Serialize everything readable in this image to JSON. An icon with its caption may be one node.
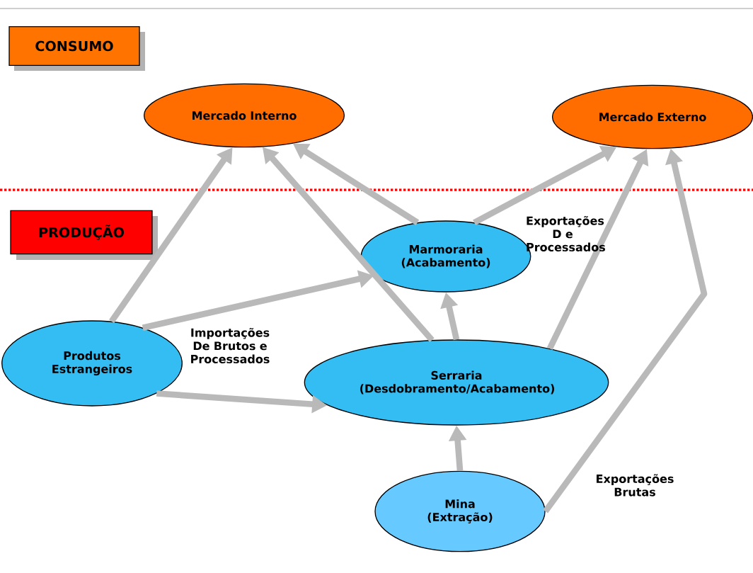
{
  "diagram": {
    "nodes": [
      {
        "text": [
          "CONSUMO"
        ]
      },
      {
        "text": [
          "PRODUÇÃO"
        ]
      },
      {
        "text": [
          "Mercado Interno"
        ]
      },
      {
        "text": [
          "Mercado Externo"
        ]
      },
      {
        "text": [
          "Marmoraria (Acabamento)"
        ]
      },
      {
        "text": [
          "Produtos Estrangeiros"
        ]
      },
      {
        "text": [
          "Serraria (Desdobramento/Acabamento)"
        ]
      },
      {
        "text": [
          "Mina (Extração)"
        ]
      }
    ],
    "edges": [
      {
        "from": 5,
        "to": 2,
        "arrow": "to"
      },
      {
        "from": 5,
        "to": 4,
        "arrow": "to"
      },
      {
        "from": 5,
        "to": 6,
        "arrow": "to"
      },
      {
        "from": 6,
        "to": 2,
        "arrow": "to"
      },
      {
        "from": 4,
        "to": 2,
        "arrow": "to"
      },
      {
        "from": 4,
        "to": 3,
        "arrow": "to"
      },
      {
        "from": 6,
        "to": 4,
        "arrow": "to"
      },
      {
        "from": 6,
        "to": 3,
        "arrow": "to"
      },
      {
        "from": 7,
        "to": 6,
        "arrow": "to"
      },
      {
        "from": 7,
        "to": 3,
        "arrow": "to"
      }
    ],
    "labels": [
      "Importações De Brutos e Processados",
      "Exportações D e Processados",
      "Exportações Brutas"
    ]
  }
}
